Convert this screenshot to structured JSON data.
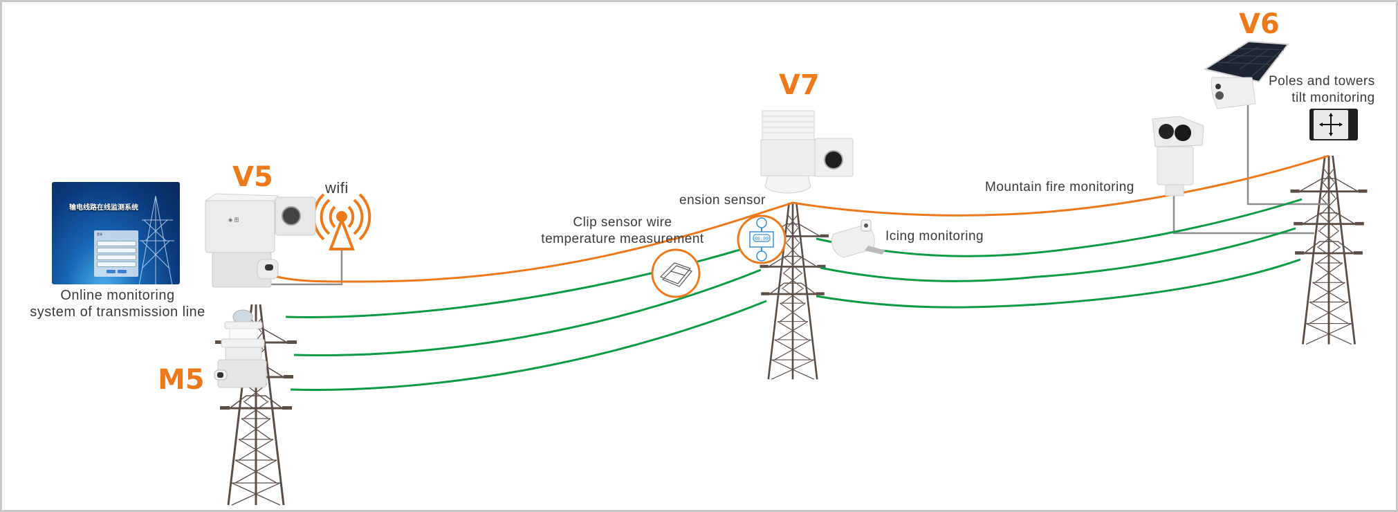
{
  "diagram": {
    "title": "Transmission line online monitoring system diagram",
    "colors": {
      "model_label": "#ec7a1c",
      "power_line_top": "#ec7a1c",
      "power_line_phase": "#0e9a47",
      "signal_cable": "#8c8c8c",
      "tower": "#5a4e47",
      "text": "#3a3a3a",
      "sensor_circle": "#ec7a1c",
      "tension_sensor_icon": "#3a8fd6"
    },
    "labels": {
      "online_system": [
        "Online monitoring",
        "system of transmission line"
      ],
      "wifi": "wifi",
      "clip_sensor": [
        "Clip sensor wire",
        "temperature measurement"
      ],
      "tension_sensor": "ension sensor",
      "icing": "Icing monitoring",
      "mountain_fire": "Mountain fire monitoring",
      "tilt": [
        "Poles and towers",
        "tilt monitoring"
      ]
    },
    "models": {
      "v5": "V5",
      "v6": "V6",
      "v7": "V7",
      "m5": "M5"
    },
    "screen": {
      "title": "输电线路在线监测系统",
      "login_header": "登录"
    },
    "tension_display": "00:00"
  }
}
